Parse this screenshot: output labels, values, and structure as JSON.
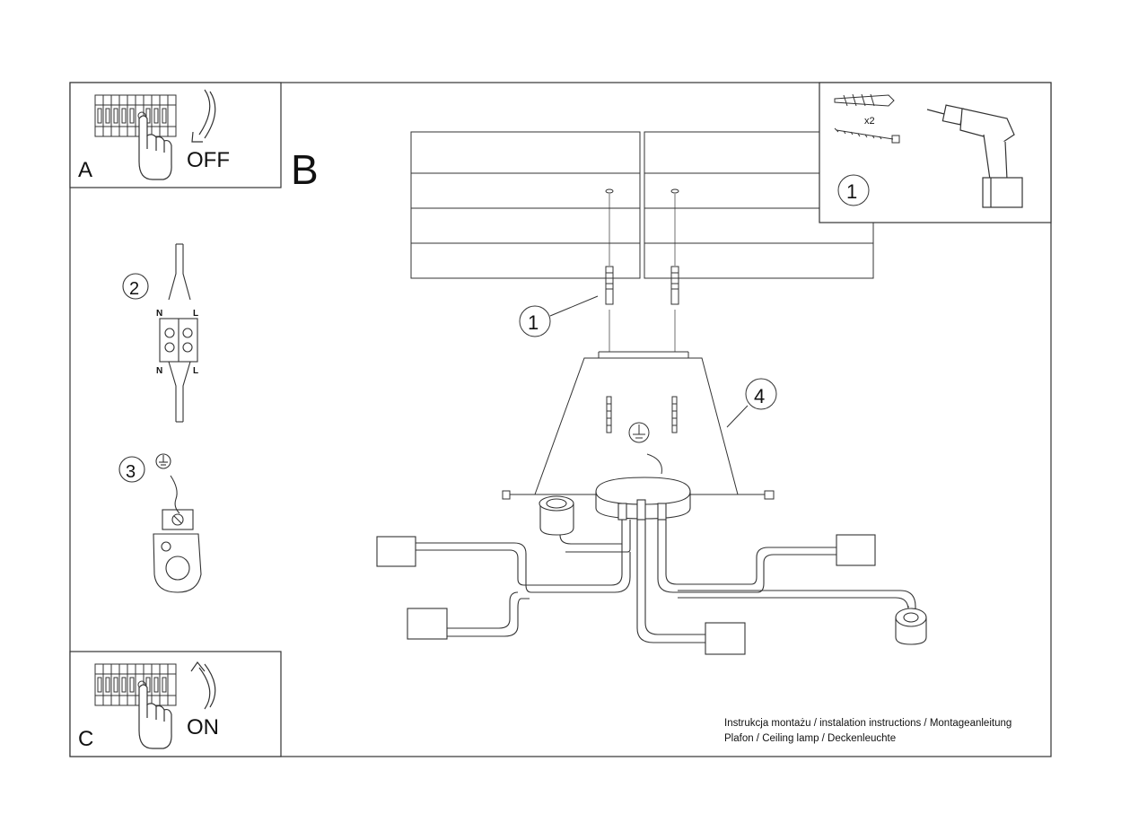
{
  "panel_a": {
    "letter": "A",
    "action": "OFF"
  },
  "panel_b": {
    "letter": "B"
  },
  "panel_c": {
    "letter": "C",
    "action": "ON"
  },
  "step_labels": {
    "anchors": "1",
    "wires": "2",
    "ground": "3",
    "canopy": "4"
  },
  "tools": {
    "quantity": "x2"
  },
  "wire_terms": {
    "neutral": "N",
    "live": "L"
  },
  "footer": {
    "line1": "Instrukcja montażu / instalation instructions / Montageanleitung",
    "line2": "Plafon / Ceiling lamp / Deckenleuchte"
  }
}
